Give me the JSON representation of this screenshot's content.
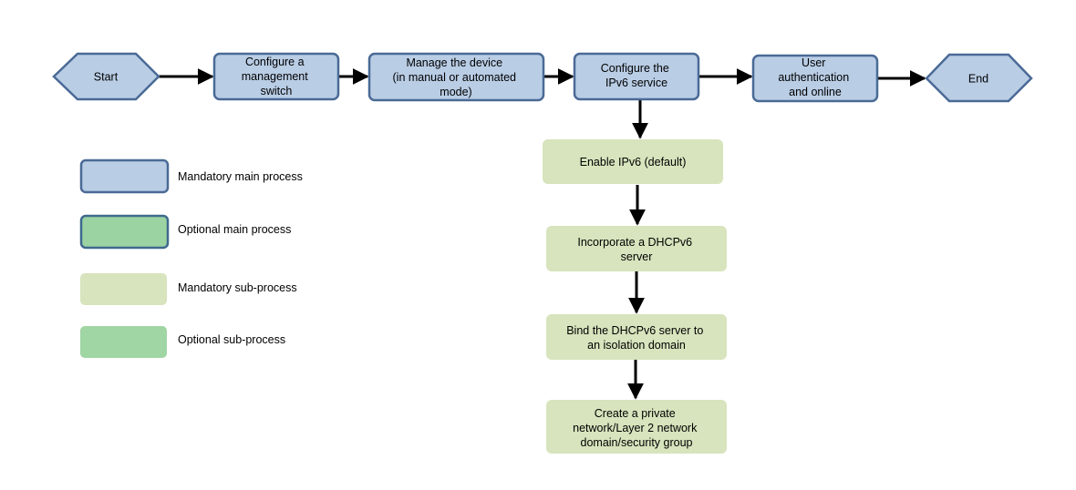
{
  "colors": {
    "mandatory_main_fill": "#b9cde5",
    "mandatory_main_border": "#4a6a96",
    "optional_main_fill": "#9bd3a2",
    "optional_main_border": "#3e6a8e",
    "mandatory_sub_fill": "#d7e4bd",
    "optional_sub_fill": "#a0d5a4",
    "arrow": "#000000"
  },
  "main_flow": {
    "start": "Start",
    "end": "End",
    "steps": [
      {
        "lines": [
          "Configure  a",
          "management",
          "switch"
        ]
      },
      {
        "lines": [
          "Manage the device",
          "(in manual or automated",
          "mode)"
        ]
      },
      {
        "lines": [
          "Configure  the",
          "IPv6 service"
        ]
      },
      {
        "lines": [
          "User",
          "authentication",
          "and online"
        ]
      }
    ]
  },
  "sub_flow": [
    {
      "lines": [
        "Enable IPv6 (default)"
      ]
    },
    {
      "lines": [
        "Incorporate  a DHCPv6",
        "server"
      ]
    },
    {
      "lines": [
        "Bind the DHCPv6  server to",
        "an isolation domain"
      ]
    },
    {
      "lines": [
        "Create  a private",
        "network/Layer  2 network",
        "domain/security group"
      ]
    }
  ],
  "legend": [
    {
      "label": "Mandatory  main process"
    },
    {
      "label": "Optional  main process"
    },
    {
      "label": "Mandatory  sub-process"
    },
    {
      "label": "Optional  sub-process"
    }
  ]
}
